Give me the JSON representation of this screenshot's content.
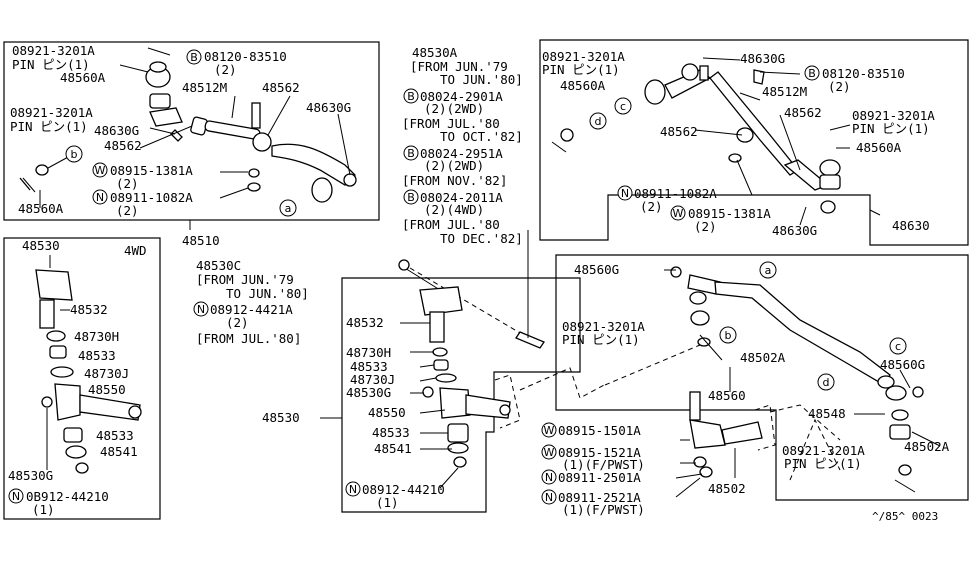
{
  "labels": {
    "tl_08921": "08921-3201A",
    "tl_pin": "PIN ピン(1)",
    "tl_48560A": "48560A",
    "tl_08120": "08120-83510",
    "tl_08120_q": "(2)",
    "tl_48512M": "48512M",
    "tl_48562a": "48562",
    "tl_48630G_r": "48630G",
    "tl_08921b": "08921-3201A",
    "tl_pinb": "PIN ピン(1)",
    "tl_48630G_l": "48630G",
    "tl_48562b": "48562",
    "tl_08915": "08915-1381A",
    "tl_08915_q": "(2)",
    "tl_08911": "08911-1082A",
    "tl_08911_q": "(2)",
    "tl_48560A_b": "48560A",
    "tl_48510": "48510",
    "c_48530A": "48530A",
    "c_from1": "[FROM JUN.'79",
    "c_to1": "TO JUN.'80]",
    "c_08024a": "08024-2901A",
    "c_08024a_q": "(2)(2WD)",
    "c_from2": "[FROM JUL.'80",
    "c_to2": "TO OCT.'82]",
    "c_08024b": "08024-2951A",
    "c_08024b_q": "(2)(2WD)",
    "c_from3": "[FROM NOV.'82]",
    "c_08024c": "08024-2011A",
    "c_08024c_q": "(2)(4WD)",
    "c_from4": "[FROM JUL.'80",
    "c_to4": "TO DEC.'82]",
    "tr_08921": "08921-3201A",
    "tr_pin": "PIN ピン(1)",
    "tr_48560A": "48560A",
    "tr_48630G": "48630G",
    "tr_08120": "08120-83510",
    "tr_08120_q": "(2)",
    "tr_48512M": "48512M",
    "tr_48562a": "48562",
    "tr_48562b": "48562",
    "tr_08921b": "08921-3201A",
    "tr_pinb": "PIN ピン(1)",
    "tr_48560A_b": "48560A",
    "tr_08911": "08911-1082A",
    "tr_08911_q": "(2)",
    "tr_08915": "08915-1381A",
    "tr_08915_q": "(2)",
    "tr_48630G_b": "48630G",
    "tr_48630": "48630",
    "l_48530": "48530",
    "l_4wd": "4WD",
    "l_48532": "48532",
    "l_48730H": "48730H",
    "l_48533a": "48533",
    "l_48730J": "48730J",
    "l_48550": "48550",
    "l_48533b": "48533",
    "l_48541": "48541",
    "l_48530G": "48530G",
    "l_08912": "0B912-44210",
    "l_08912_q": "(1)",
    "m_48530C": "48530C",
    "m_from1": "[FROM JUN.'79",
    "m_to1": "TO JUN.'80]",
    "m_08912": "08912-4421A",
    "m_08912_q": "(2)",
    "m_from2": "[FROM JUL.'80]",
    "m_48532": "48532",
    "m_48730H": "48730H",
    "m_48533a": "48533",
    "m_48730J": "48730J",
    "m_48530G": "48530G",
    "m_48530": "48530",
    "m_48550": "48550",
    "m_48533b": "48533",
    "m_48541": "48541",
    "m_08912b": "08912-44210",
    "m_08912b_q": "(1)",
    "br_48560G_a": "48560G",
    "br_08921": "08921-3201A",
    "br_pin": "PIN ピン(1)",
    "br_48502A_a": "48502A",
    "br_48560": "48560",
    "br_48560G_b": "48560G",
    "br_48548": "48548",
    "br_08921b": "08921-3201A",
    "br_pinb": "PIN ピン(1)",
    "br_48502A_b": "48502A",
    "br_08915a": "08915-1501A",
    "br_08915b": "08915-1521A",
    "br_08915b_q": "(1)(F/PWST)",
    "br_08911a": "08911-2501A",
    "br_08911b": "08911-2521A",
    "br_08911b_q": "(1)(F/PWST)",
    "br_48502": "48502",
    "footer": "^/85^ 0023"
  },
  "markers": {
    "a": "a",
    "b": "b",
    "c": "c",
    "d": "d",
    "B": "B",
    "W": "W",
    "N": "N"
  }
}
